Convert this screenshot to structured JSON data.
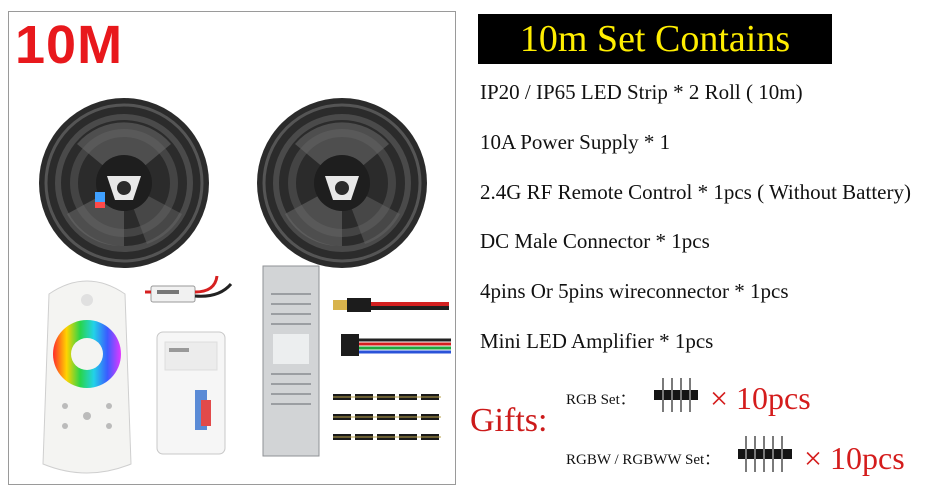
{
  "badge": "10M",
  "title": "10m Set Contains",
  "items": [
    "IP20 / IP65 LED Strip * 2 Roll ( 10m)",
    "10A Power Supply * 1",
    "2.4G RF Remote Control * 1pcs ( Without Battery)",
    "DC Male Connector * 1pcs",
    "4pins Or 5pins wireconnector * 1pcs",
    "Mini LED Amplifier * 1pcs"
  ],
  "gifts": {
    "label": "Gifts:",
    "rgb_label": "RGB Set：",
    "rgb_qty": "× 10pcs",
    "rgbw_label": "RGBW / RGBWW Set：",
    "rgbw_qty": "× 10pcs"
  },
  "colors": {
    "badge": "#e8181c",
    "title_bg": "#000000",
    "title_text": "#ffee00",
    "gifts": "#cc1a1a"
  },
  "icons": [
    "led-strip-reel-icon",
    "remote-control-icon",
    "amplifier-icon",
    "controller-box-icon",
    "power-supply-icon",
    "dc-connector-icon",
    "rgb-cable-icon",
    "pin-connector-icon"
  ]
}
